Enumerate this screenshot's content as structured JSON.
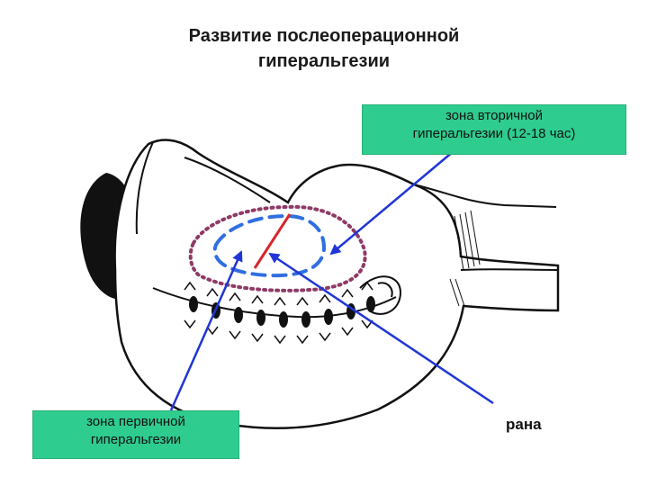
{
  "title": {
    "line1": "Развитие послеоперационной",
    "line2": "гиперальгезии"
  },
  "labels": {
    "secondary": {
      "line1": "зона вторичной",
      "line2": "гиперальгезии (12-18 час)"
    },
    "primary": {
      "line1": "зона первичной",
      "line2": "гиперальгезии"
    },
    "wound": "рана"
  },
  "colors": {
    "label_box": "#2ecc8f",
    "arrow": "#1f35d6",
    "primary_zone": "#2f6fe0",
    "secondary_zone": "#8e3a66",
    "wound_line": "#d8262a"
  }
}
